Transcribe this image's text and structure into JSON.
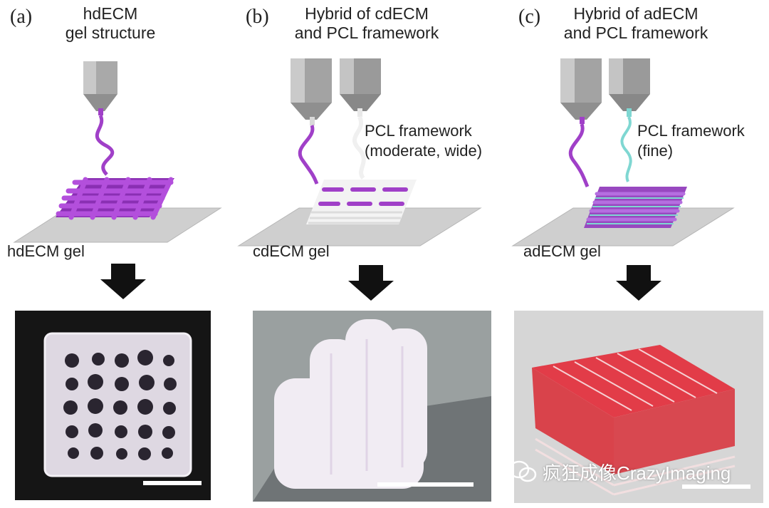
{
  "panels": [
    {
      "letter": "(a)",
      "title_lines": [
        "hdECM",
        "gel structure"
      ],
      "gel_label": "hdECM gel",
      "framework_label": []
    },
    {
      "letter": "(b)",
      "title_lines": [
        "Hybrid of cdECM",
        "and PCL framework"
      ],
      "gel_label": "cdECM gel",
      "framework_label": [
        "PCL framework",
        "(moderate, wide)"
      ]
    },
    {
      "letter": "(c)",
      "title_lines": [
        "Hybrid of adECM",
        "and PCL framework"
      ],
      "gel_label": "adECM gel",
      "framework_label": [
        "PCL framework",
        "(fine)"
      ]
    }
  ],
  "watermark": "疯狂成像CrazyImaging",
  "colors": {
    "nozzle": "#9a9a9a",
    "gel_purple": "#a040c8",
    "pcl_white": "#f2f2f2",
    "pcl_cyan": "#7fd7d2",
    "plate": "#c9c9c9",
    "photo_red": "#e03a45"
  }
}
